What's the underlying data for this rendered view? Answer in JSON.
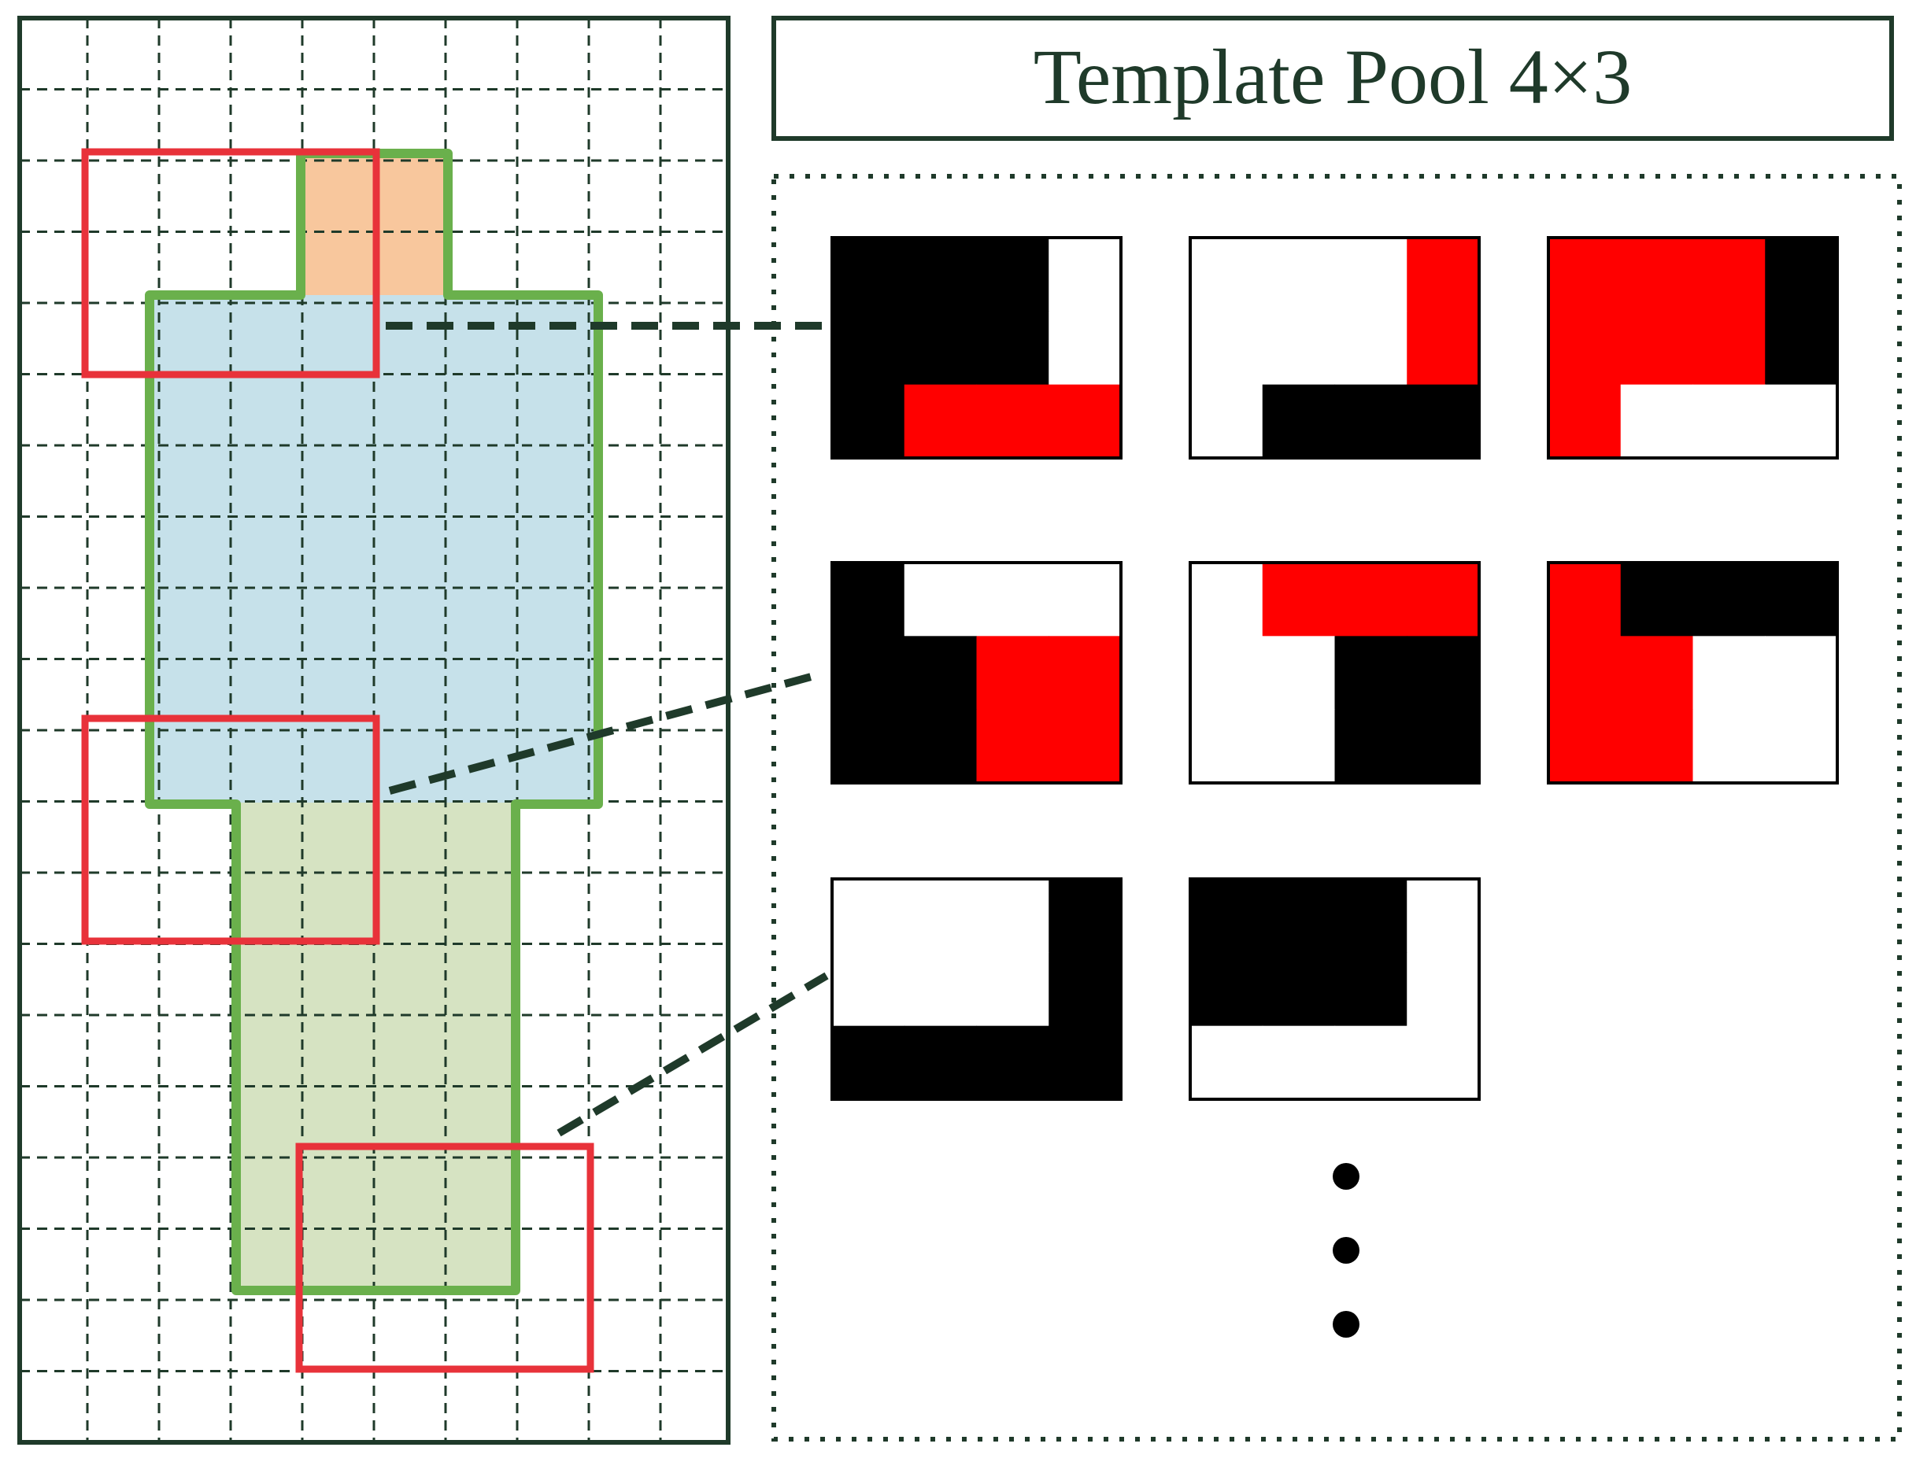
{
  "title": "Template Pool  4×3",
  "colors": {
    "frame": "#1f3a2a",
    "grid_line": "#1f3a2a",
    "head_fill": "#f8c79d",
    "torso_fill": "#c6e1ea",
    "legs_fill": "#d6e3c2",
    "body_outline": "#6ab04c",
    "window_outline": "#e8323a",
    "template_black": "#000000",
    "template_red": "#ff0000",
    "template_white": "#ffffff",
    "connector": "#1f3a2a",
    "ellipsis_dot": "#000000"
  },
  "grid": {
    "columns": 10,
    "rows": 20
  },
  "body_parts": [
    {
      "name": "head",
      "fill": "head_fill"
    },
    {
      "name": "torso",
      "fill": "torso_fill"
    },
    {
      "name": "legs",
      "fill": "legs_fill"
    }
  ],
  "windows": [
    {
      "name": "window-top"
    },
    {
      "name": "window-middle"
    },
    {
      "name": "window-bottom"
    }
  ],
  "template_pool": {
    "rows": 3,
    "columns": 3,
    "templates": [
      {
        "name": "template-1",
        "layout": [
          [
            "black",
            "black",
            "black",
            "white"
          ],
          [
            "black",
            "black",
            "black",
            "white"
          ],
          [
            "black",
            "red",
            "red",
            "red"
          ]
        ]
      },
      {
        "name": "template-2",
        "layout": [
          [
            "white",
            "white",
            "white",
            "red"
          ],
          [
            "white",
            "white",
            "white",
            "red"
          ],
          [
            "white",
            "black",
            "black",
            "black"
          ]
        ]
      },
      {
        "name": "template-3",
        "layout": [
          [
            "red",
            "red",
            "red",
            "black"
          ],
          [
            "red",
            "red",
            "red",
            "black"
          ],
          [
            "red",
            "white",
            "white",
            "white"
          ]
        ]
      },
      {
        "name": "template-4",
        "layout": [
          [
            "black",
            "white",
            "white",
            "white"
          ],
          [
            "black",
            "black",
            "red",
            "red"
          ],
          [
            "black",
            "black",
            "red",
            "red"
          ]
        ]
      },
      {
        "name": "template-5",
        "layout": [
          [
            "white",
            "red",
            "red",
            "red"
          ],
          [
            "white",
            "white",
            "black",
            "black"
          ],
          [
            "white",
            "white",
            "black",
            "black"
          ]
        ]
      },
      {
        "name": "template-6",
        "layout": [
          [
            "red",
            "black",
            "black",
            "black"
          ],
          [
            "red",
            "red",
            "white",
            "white"
          ],
          [
            "red",
            "red",
            "white",
            "white"
          ]
        ]
      },
      {
        "name": "template-7",
        "layout": [
          [
            "white",
            "white",
            "white",
            "black"
          ],
          [
            "white",
            "white",
            "white",
            "black"
          ],
          [
            "black",
            "black",
            "black",
            "black"
          ]
        ]
      },
      {
        "name": "template-8",
        "layout": [
          [
            "black",
            "black",
            "black",
            "white"
          ],
          [
            "black",
            "black",
            "black",
            "white"
          ],
          [
            "white",
            "white",
            "white",
            "white"
          ]
        ]
      }
    ],
    "ellipsis_dots": 3
  }
}
